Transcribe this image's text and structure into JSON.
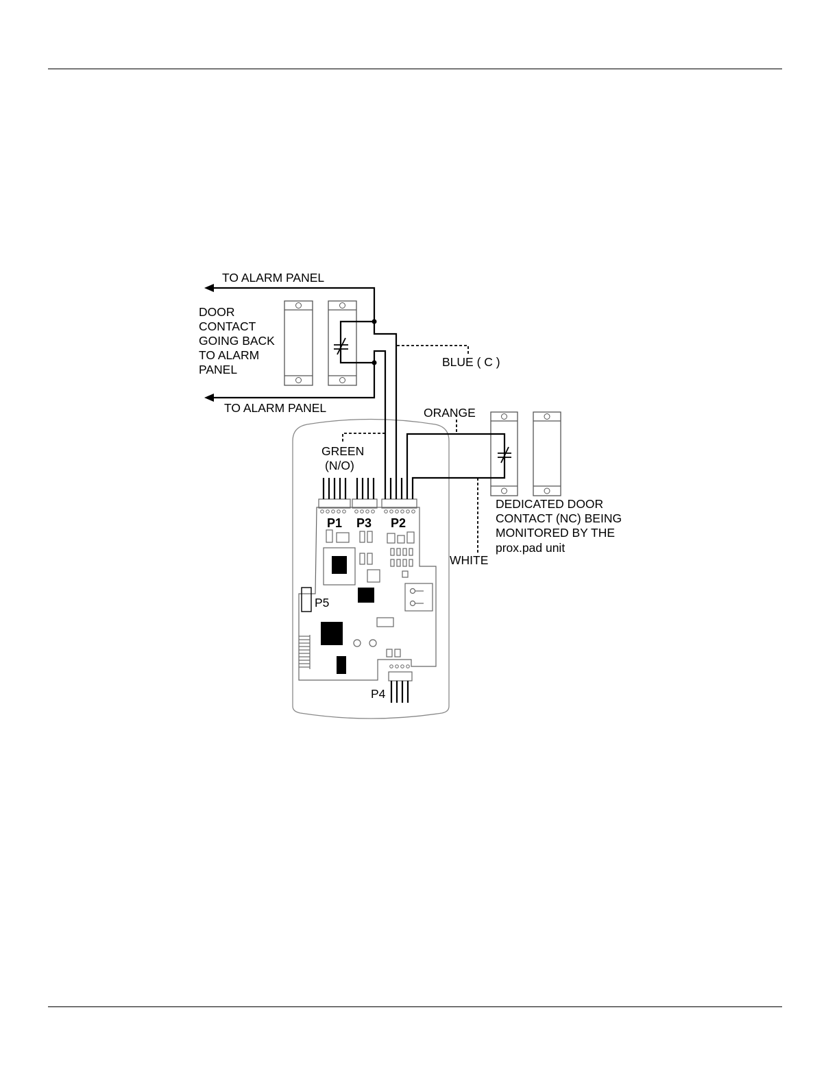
{
  "diagram": {
    "labels": {
      "alarm_top": "TO ALARM PANEL",
      "alarm_bottom": "TO ALARM PANEL",
      "door_contact": [
        "DOOR",
        "CONTACT",
        "GOING BACK",
        "TO ALARM",
        "PANEL"
      ],
      "blue": "BLUE ( C )",
      "orange": "ORANGE",
      "green": [
        "GREEN",
        "(N/O)"
      ],
      "white": "WHITE",
      "dedicated": [
        "DEDICATED DOOR",
        "CONTACT (NC) BEING",
        "MONITORED BY THE",
        "prox.pad unit"
      ]
    },
    "connectors": {
      "p1": "P1",
      "p3": "P3",
      "p2": "P2",
      "p5": "P5",
      "p4": "P4"
    }
  }
}
